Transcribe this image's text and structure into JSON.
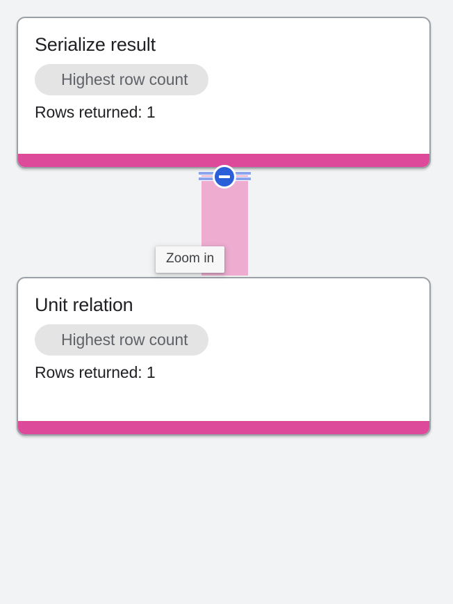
{
  "theme": {
    "background": "#f1f3f4",
    "card_background": "#ffffff",
    "card_border": "#9aa0a6",
    "accent_pink": "#dd4a9a",
    "connector_pink": "#edacd0",
    "toggle_blue": "#2b5fd9",
    "rail_blue": "#8ba4ee",
    "pill_background": "#e4e4e4",
    "pill_text": "#5f6368",
    "title_text": "#202124",
    "tooltip_background": "#f7f7f7",
    "tooltip_text": "#3c4043"
  },
  "graph": {
    "nodes": [
      {
        "id": "serialize-result",
        "title": "Serialize result",
        "badge": "Highest row count",
        "meta": "Rows returned: 1"
      },
      {
        "id": "unit-relation",
        "title": "Unit relation",
        "badge": "Highest row count",
        "meta": "Rows returned: 1"
      }
    ],
    "connector": {
      "toggle_icon": "minus-circle-icon",
      "toggle_state": "expanded",
      "tooltip": "Zoom in"
    }
  }
}
